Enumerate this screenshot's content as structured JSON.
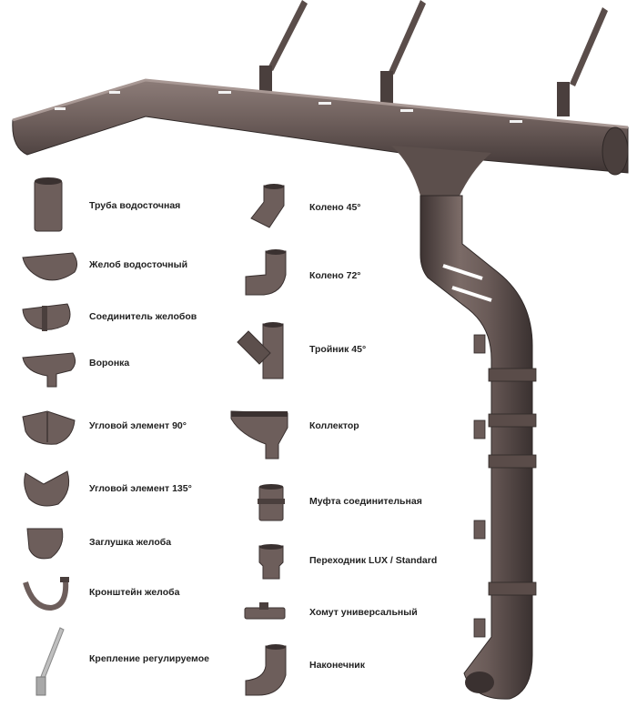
{
  "colors": {
    "body": "#6d5e5b",
    "dark": "#4a3f3d",
    "light": "#9a8a86",
    "edge": "#3a3130",
    "text": "#222222"
  },
  "parts_left": [
    {
      "label": "Труба водосточная",
      "icon": "downpipe-icon"
    },
    {
      "label": "Желоб водосточный",
      "icon": "gutter-icon"
    },
    {
      "label": "Соединитель желобов",
      "icon": "gutter-connector-icon"
    },
    {
      "label": "Воронка",
      "icon": "funnel-icon"
    },
    {
      "label": "Угловой элемент 90°",
      "icon": "corner-90-icon"
    },
    {
      "label": "Угловой элемент 135°",
      "icon": "corner-135-icon"
    },
    {
      "label": "Заглушка желоба",
      "icon": "gutter-end-cap-icon"
    },
    {
      "label": "Кронштейн желоба",
      "icon": "gutter-bracket-icon"
    },
    {
      "label": "Крепление регулируемое",
      "icon": "adjustable-mount-icon"
    }
  ],
  "parts_right": [
    {
      "label": "Колено 45°",
      "icon": "elbow-45-icon"
    },
    {
      "label": "Колено 72°",
      "icon": "elbow-72-icon"
    },
    {
      "label": "Тройник 45°",
      "icon": "tee-45-icon"
    },
    {
      "label": "Коллектор",
      "icon": "collector-icon"
    },
    {
      "label": "Муфта соединительная",
      "icon": "coupling-icon"
    },
    {
      "label": "Переходник LUX / Standard",
      "icon": "adapter-icon"
    },
    {
      "label": "Хомут универсальный",
      "icon": "pipe-clamp-icon"
    },
    {
      "label": "Наконечник",
      "icon": "outlet-end-icon"
    }
  ]
}
